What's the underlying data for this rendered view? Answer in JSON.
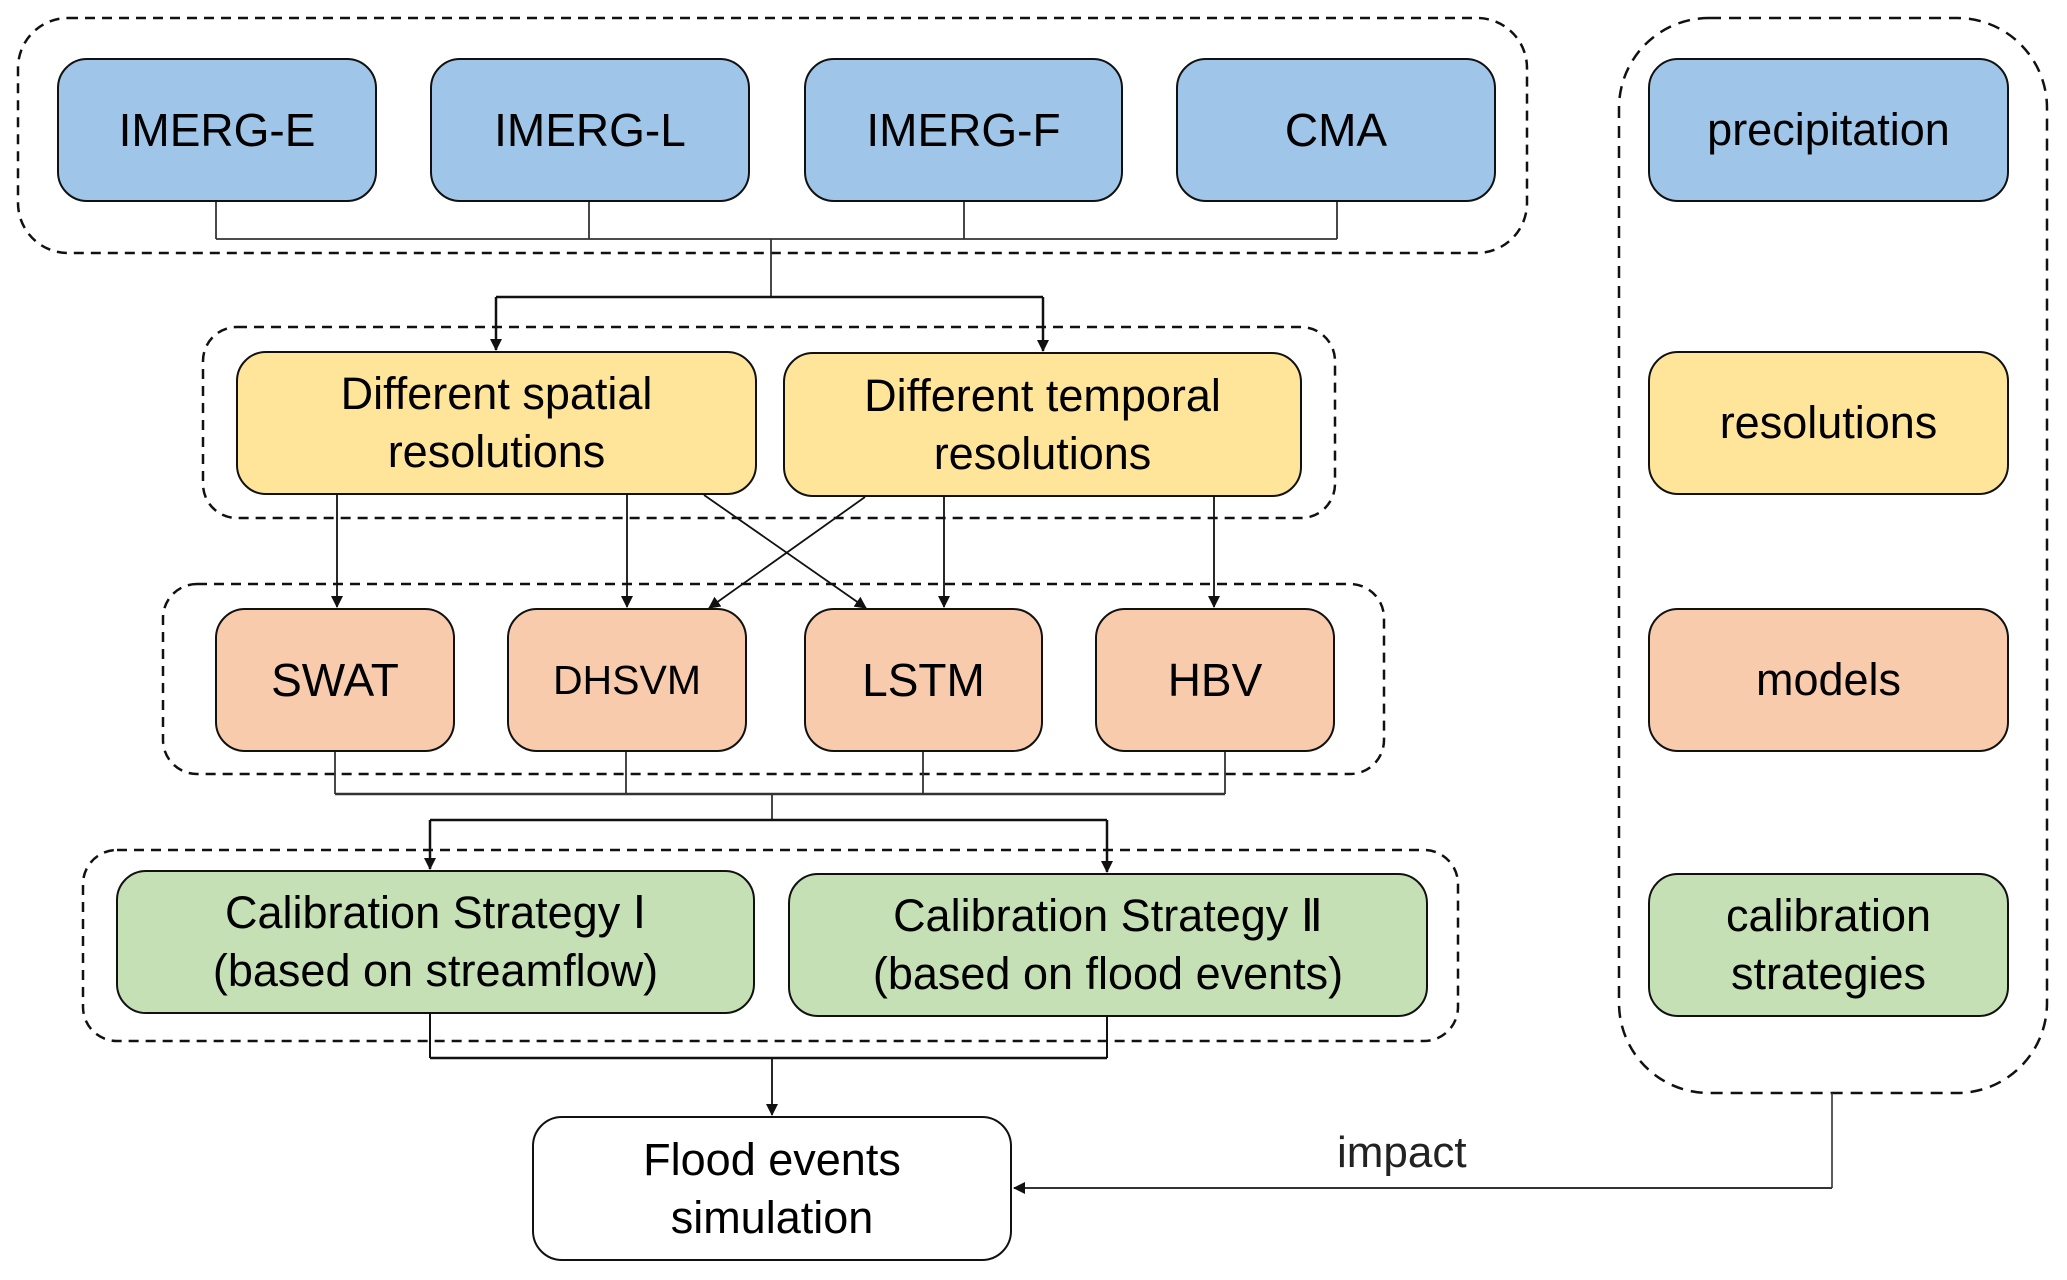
{
  "diagram": {
    "precipitation_products": [
      "IMERG-E",
      "IMERG-L",
      "IMERG-F",
      "CMA"
    ],
    "resolutions": [
      {
        "line1": "Different spatial",
        "line2": "resolutions"
      },
      {
        "line1": "Different temporal",
        "line2": "resolutions"
      }
    ],
    "models": [
      "SWAT",
      "DHSVM",
      "LSTM",
      "HBV"
    ],
    "calibration": [
      {
        "line1": "Calibration Strategy Ⅰ",
        "line2": "(based on streamflow)"
      },
      {
        "line1": "Calibration Strategy Ⅱ",
        "line2": "(based on flood events)"
      }
    ],
    "output": {
      "line1": "Flood events",
      "line2": "simulation"
    },
    "impact_label": "impact"
  },
  "legend": {
    "items": [
      {
        "label": "precipitation",
        "color": "#9fc5e8"
      },
      {
        "label": "resolutions",
        "color": "#ffe599"
      },
      {
        "label": "models",
        "color": "#f8cbad"
      },
      {
        "label": "calibration",
        "label2": "strategies",
        "color": "#c5e0b4"
      }
    ]
  }
}
